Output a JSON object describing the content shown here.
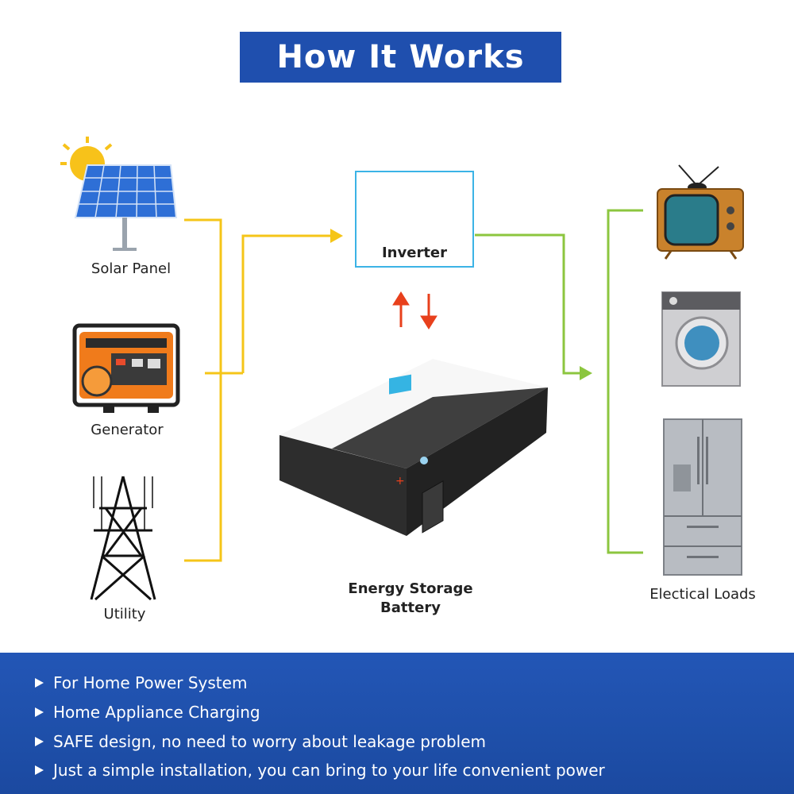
{
  "title": "How It Works",
  "sources": {
    "solar_panel": "Solar Panel",
    "generator": "Generator",
    "utility": "Utility"
  },
  "inverter": {
    "label": "Inverter"
  },
  "battery": {
    "label_line1": "Energy Storage",
    "label_line2": "Battery"
  },
  "loads": {
    "label": "Electical Loads"
  },
  "features": [
    "For Home Power System",
    "Home Appliance Charging",
    "SAFE design, no need to worry about leakage problem",
    "Just a simple installation, you can bring to your life convenient power"
  ],
  "colors": {
    "banner": "#1f4fae",
    "source_line": "#f5c518",
    "load_line": "#8cc63f",
    "inverter_border": "#3bb3e6",
    "arrow_red": "#e8401c",
    "panel_bg": "#1e4fa9"
  }
}
